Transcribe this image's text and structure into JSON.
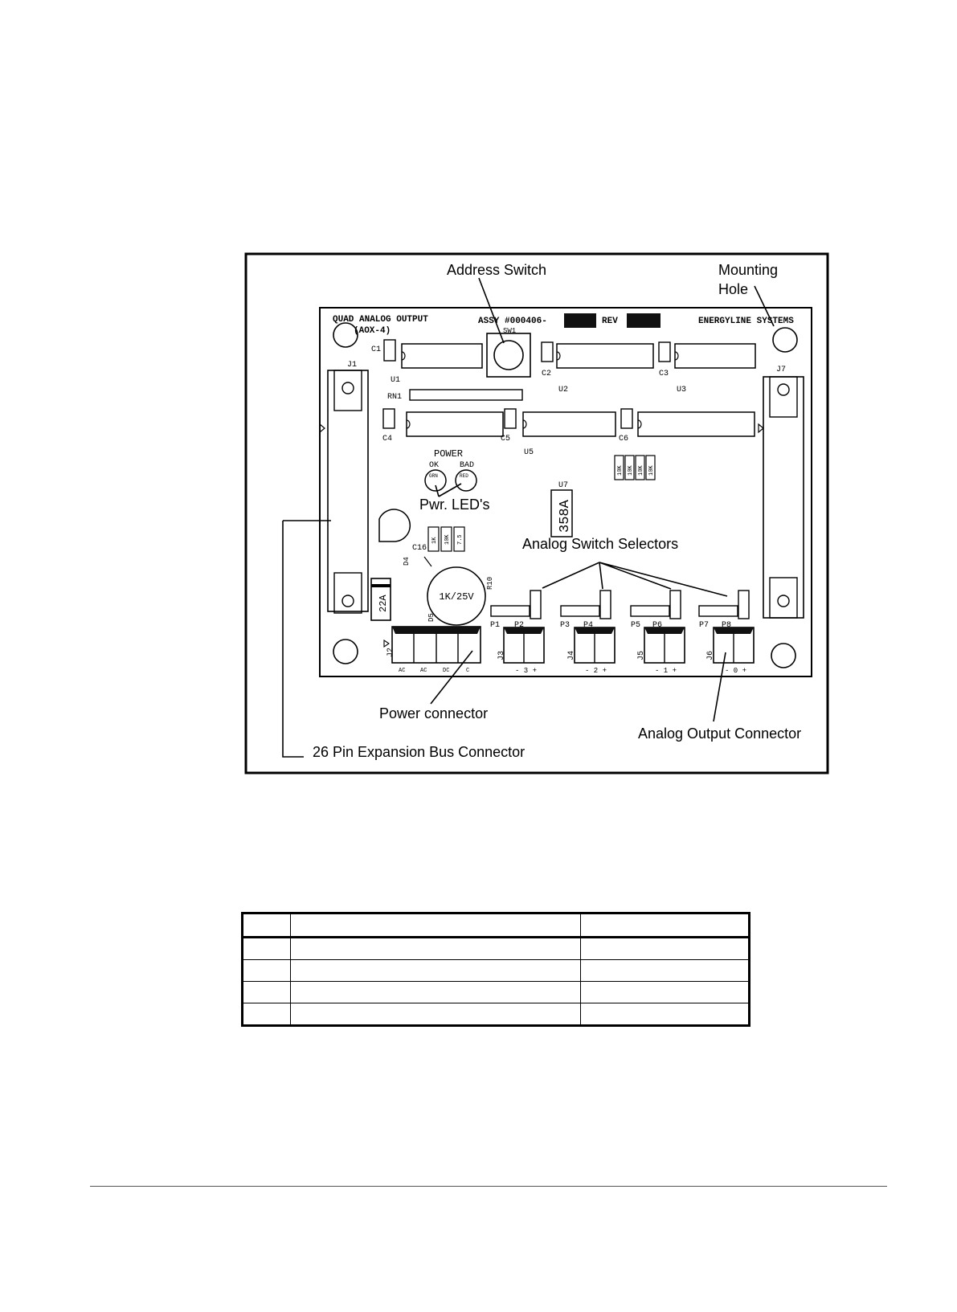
{
  "callouts": {
    "address_switch": "Address Switch",
    "mounting_hole_line1": "Mounting",
    "mounting_hole_line2": "Hole",
    "pwr_leds": "Pwr. LED's",
    "analog_switch_selectors": "Analog Switch Selectors",
    "power_connector": "Power connector",
    "analog_output_connector": "Analog Output Connector",
    "expansion_bus": "26 Pin Expansion Bus Connector"
  },
  "board": {
    "title_line1": "QUAD ANALOG OUTPUT",
    "title_line2": "(AOX-4)",
    "assy": "ASSY #000406-",
    "rev": "REV",
    "maker": "ENERGYLINE SYSTEMS",
    "power_label": "POWER",
    "led_ok": "OK",
    "led_bad": "BAD",
    "led_ok_color": "GRN",
    "led_bad_color": "RED",
    "capacitor": "1K/25V",
    "fuse": "22A",
    "u7_chip": "358A",
    "resistor_network": [
      "10K",
      "10K",
      "10K",
      "10K"
    ],
    "resistors_small": [
      "1K",
      "10K",
      "7.5"
    ],
    "refs": {
      "sw1": "SW1",
      "c1": "C1",
      "c2": "C2",
      "c3": "C3",
      "c4": "C4",
      "c5": "C5",
      "c6": "C6",
      "c16": "C16",
      "u1": "U1",
      "u2": "U2",
      "u3": "U3",
      "u5": "U5",
      "u7": "U7",
      "rn1": "RN1",
      "j1": "J1",
      "j7": "J7",
      "d4": "D4",
      "d5": "D5",
      "r10": "R10"
    },
    "power_pins": [
      "AC",
      "AC",
      "DC",
      "C"
    ],
    "outputs": [
      {
        "jack": "J3",
        "p1": "P1",
        "p2": "P2",
        "polarity": "- 3 +"
      },
      {
        "jack": "J4",
        "p1": "P3",
        "p2": "P4",
        "polarity": "- 2 +"
      },
      {
        "jack": "J5",
        "p1": "P5",
        "p2": "P6",
        "polarity": "- 1 +"
      },
      {
        "jack": "J6",
        "p1": "P7",
        "p2": "P8",
        "polarity": "- 0 +"
      }
    ],
    "power_jack": "J2"
  },
  "table": {
    "rows": [
      [
        "",
        "",
        ""
      ],
      [
        "",
        "",
        ""
      ],
      [
        "",
        "",
        ""
      ],
      [
        "",
        "",
        ""
      ],
      [
        "",
        "",
        ""
      ]
    ]
  }
}
